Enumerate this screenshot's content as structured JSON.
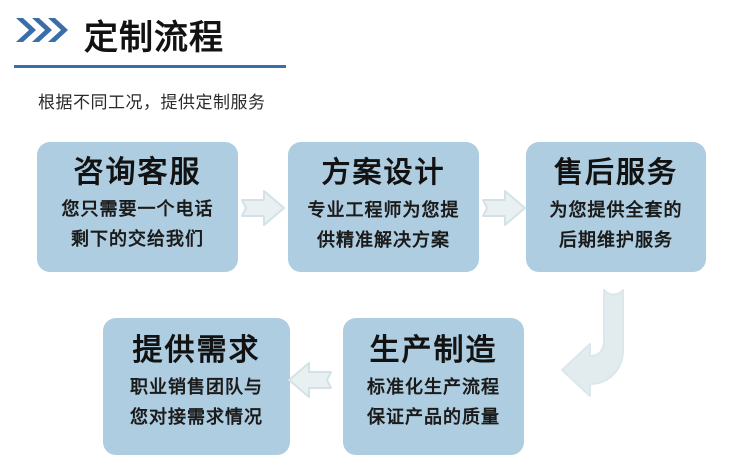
{
  "header": {
    "chevron_icon": "triple-chevron-right",
    "title": "定制流程",
    "subtitle": "根据不同工况，提供定制服务",
    "accent_color": "#3a6ea8",
    "rule_color": "#3a6ea8"
  },
  "theme": {
    "box_fill": "#aecde0",
    "arrow_fill": "#e4edf0",
    "arrow_stroke": "#d2e0e5",
    "title_text_color": "#121212",
    "body_text_color": "#1b1b1b",
    "background": "#ffffff"
  },
  "flow": {
    "steps": [
      {
        "index": "1",
        "title": "咨询客服",
        "lines": [
          "您只需要一个电话",
          "剩下的交给我们"
        ]
      },
      {
        "index": "2",
        "title": "方案设计",
        "lines": [
          "专业工程师为您提",
          "供精准解决方案"
        ]
      },
      {
        "index": "3",
        "title": "售后服务",
        "lines": [
          "为您提供全套的",
          "后期维护服务"
        ]
      },
      {
        "index": "4",
        "title": "提供需求",
        "lines": [
          "职业销售团队与",
          "您对接需求情况"
        ]
      },
      {
        "index": "5",
        "title": "生产制造",
        "lines": [
          "标准化生产流程",
          "保证产品的质量"
        ]
      }
    ],
    "connectors": [
      {
        "name": "arrow-step1-to-step2",
        "direction": "right"
      },
      {
        "name": "arrow-step2-to-step3",
        "direction": "right"
      },
      {
        "name": "arrow-step5-to-step4",
        "direction": "left"
      },
      {
        "name": "arrow-step3-to-step5",
        "direction": "bent-down-left"
      }
    ]
  }
}
